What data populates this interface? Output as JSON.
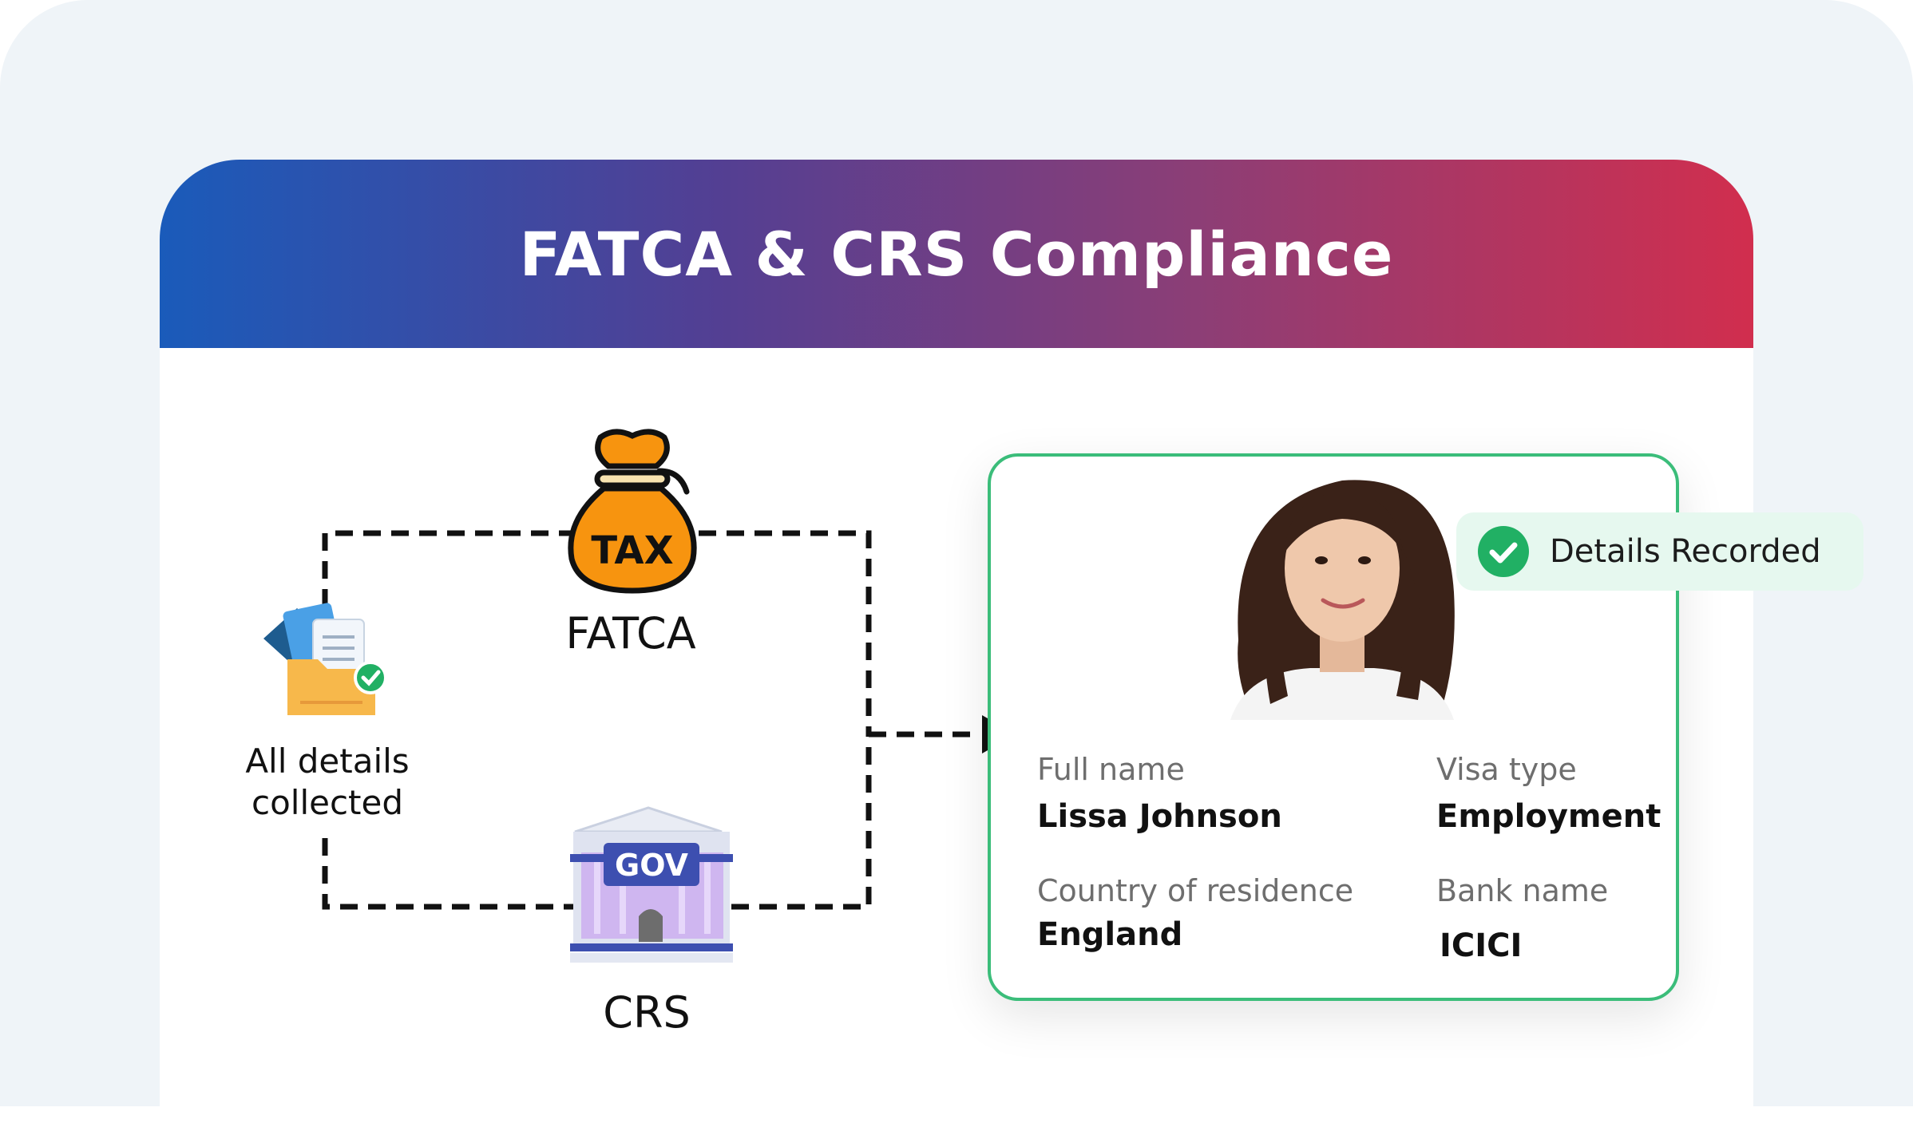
{
  "header": {
    "title": "FATCA & CRS Compliance"
  },
  "diagram": {
    "source_label": [
      "All details",
      "collected"
    ],
    "top_node": {
      "label": "FATCA",
      "icon": "tax-bag-icon",
      "icon_text": "TAX"
    },
    "bottom_node": {
      "label": "CRS",
      "icon": "government-building-icon",
      "icon_text": "GOV"
    }
  },
  "profile": {
    "badge": "Details Recorded",
    "fields": {
      "full_name": {
        "label": "Full name",
        "value": "Lissa Johnson"
      },
      "visa_type": {
        "label": "Visa type",
        "value": "Employment"
      },
      "country": {
        "label": "Country of residence",
        "value": "England"
      },
      "bank": {
        "label": "Bank name",
        "value": "ICICI"
      }
    }
  },
  "colors": {
    "gradient_start": "#1a5bba",
    "gradient_end": "#d12e4e",
    "success": "#21b064",
    "card_border": "#3bbd7a"
  }
}
